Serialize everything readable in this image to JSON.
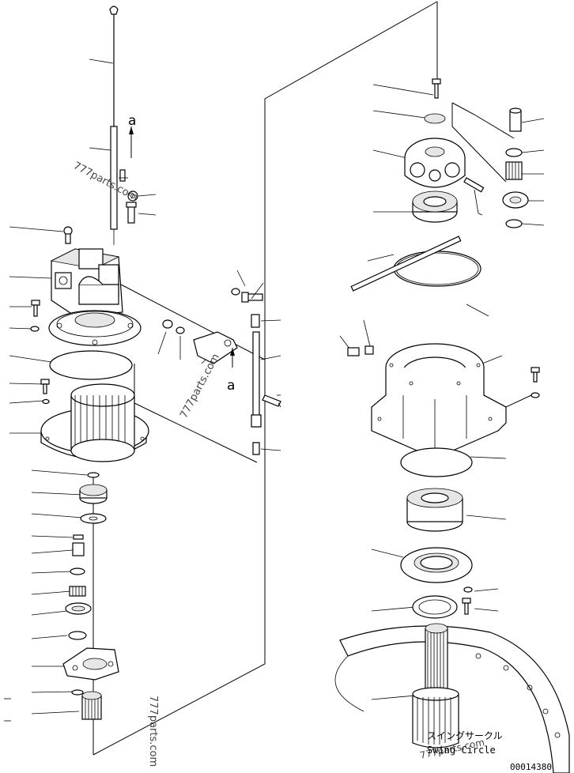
{
  "callout_letter": "a",
  "watermark": "777parts.com",
  "label_jp": "スイングサークル",
  "label_en": "Swing Circle",
  "drawing_number": "00014380"
}
